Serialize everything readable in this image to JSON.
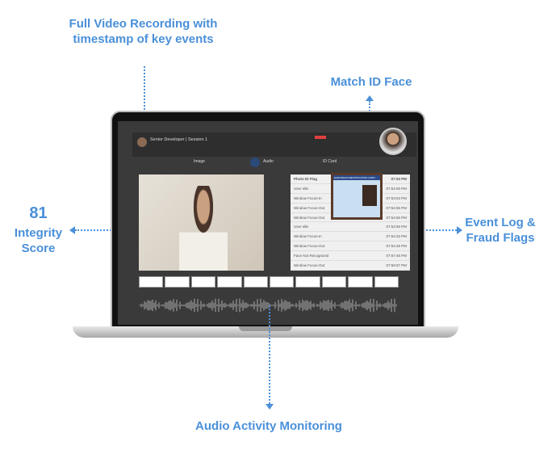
{
  "annotations": {
    "video": "Full Video Recording with timestamp of key events",
    "match_face": "Match ID Face",
    "score_value": "81",
    "score_label": "Integrity Score",
    "event_log": "Event Log & Fraud Flags",
    "audio": "Audio Activity Monitoring"
  },
  "app": {
    "session_title": "Senior Developer | Session 1",
    "tabs": [
      "Image",
      "Audio",
      "ID Card"
    ],
    "id_card_title": "EUROPEAN IDENTIFICATION CARD",
    "events": [
      {
        "name": "Photo ID Flag",
        "time": "07:53 PM"
      },
      {
        "name": "User Idle",
        "time": "07:54:00 PM"
      },
      {
        "name": "Window Focus-In",
        "time": "07:53:53 PM"
      },
      {
        "name": "Window Focus-Out",
        "time": "07:54:55 PM"
      },
      {
        "name": "Window Focus-Out",
        "time": "07:54:56 PM"
      },
      {
        "name": "User Idle",
        "time": "07:54:56 PM"
      },
      {
        "name": "Window Focus-In",
        "time": "07:54:32 PM"
      },
      {
        "name": "Window Focus-Out",
        "time": "07:54:36 PM"
      },
      {
        "name": "Face Not Recognized",
        "time": "07:57:46 PM"
      },
      {
        "name": "Window Focus-Out",
        "time": "07:58:57 PM"
      }
    ]
  },
  "colors": {
    "accent": "#4a90d9",
    "flag": "#e04040"
  }
}
